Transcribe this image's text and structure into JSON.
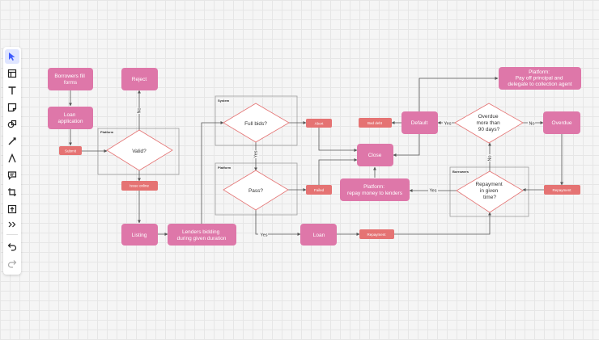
{
  "toolbar": {
    "tools": [
      "select-icon",
      "frame-icon",
      "text-icon",
      "sticky-note-icon",
      "shapes-icon",
      "pen-icon",
      "connector-icon",
      "comment-icon",
      "crop-icon",
      "upload-icon",
      "more-icon"
    ],
    "undo": "undo-icon",
    "redo": "redo-icon"
  },
  "colors": {
    "node": "#de77a9",
    "tag": "#e57373",
    "diamond_stroke": "#e57373",
    "container_stroke": "#9e9e9e",
    "edge": "#555555"
  },
  "containers": {
    "platform1": "Platform",
    "system": "System",
    "platform2": "Platform",
    "borrowers": "Borrowers"
  },
  "nodes": {
    "borrowers_fill": [
      "Borrowers fill",
      "forms"
    ],
    "loan_application": [
      "Loan",
      "application"
    ],
    "reject": [
      "Reject"
    ],
    "listing": [
      "Listing"
    ],
    "lenders_bidding": [
      "Lenders bidding",
      "during given duration"
    ],
    "loan": [
      "Loan"
    ],
    "close": [
      "Close"
    ],
    "default": [
      "Default"
    ],
    "overdue": [
      "Overdue"
    ],
    "platform_pay_off": [
      "Platform:",
      "Pay off principal and",
      "delegate to collection agent"
    ],
    "platform_repay": [
      "Platform:",
      "repay money to lenders"
    ]
  },
  "decisions": {
    "valid": [
      "Valid?"
    ],
    "full_bids": [
      "Full bids?"
    ],
    "pass": [
      "Pass?"
    ],
    "overdue_90": [
      "Overdue",
      "more than",
      "90 days?"
    ],
    "repayment_given": [
      "Repayment",
      "in given",
      "time?"
    ]
  },
  "tags": {
    "submit": "Submit",
    "issue_online": "Issue online",
    "abort": "Abort",
    "failed": "Failed",
    "bad_debt": "Bad debt",
    "repayment_right": "Repayment",
    "repayment_bottom": "Repayment"
  },
  "edge_labels": {
    "no_reject": "No",
    "yes_fullbids": "Yes",
    "yes_pass": "Yes",
    "yes_default": "Yes",
    "no_overdue": "No",
    "no_repayment": "No",
    "yes_repayment": "Yes"
  }
}
